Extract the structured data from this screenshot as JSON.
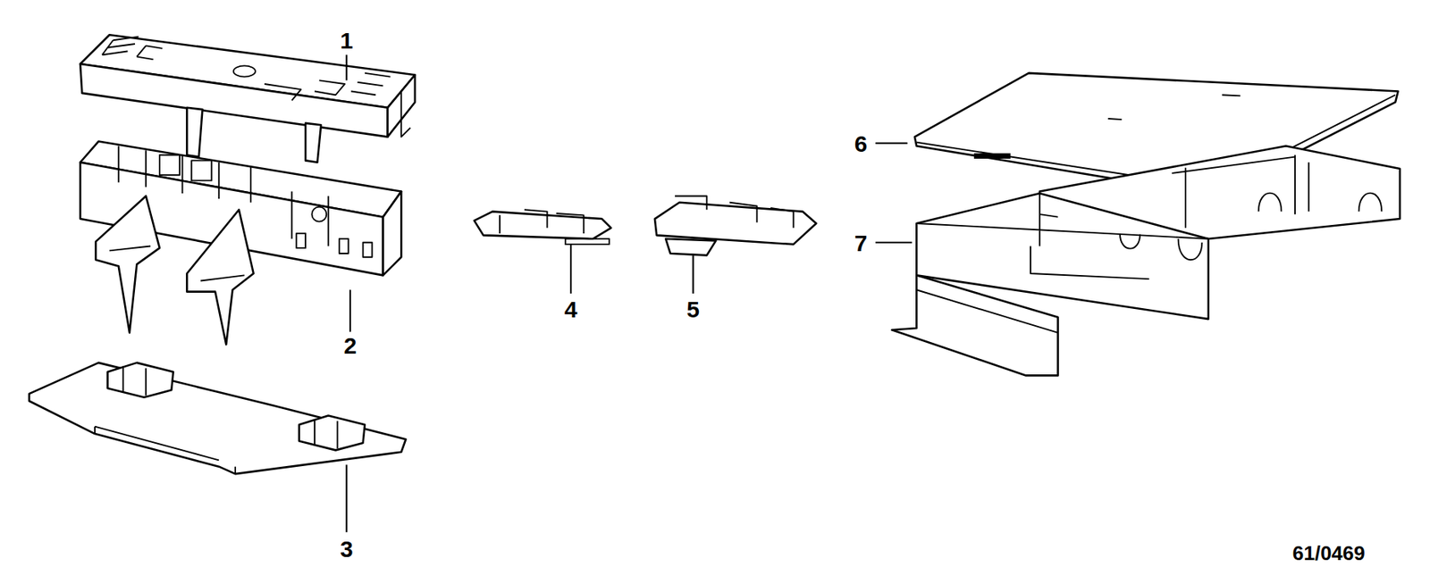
{
  "diagram": {
    "labels": [
      "1",
      "2",
      "3",
      "4",
      "5",
      "6",
      "7",
      "61/0469"
    ]
  }
}
